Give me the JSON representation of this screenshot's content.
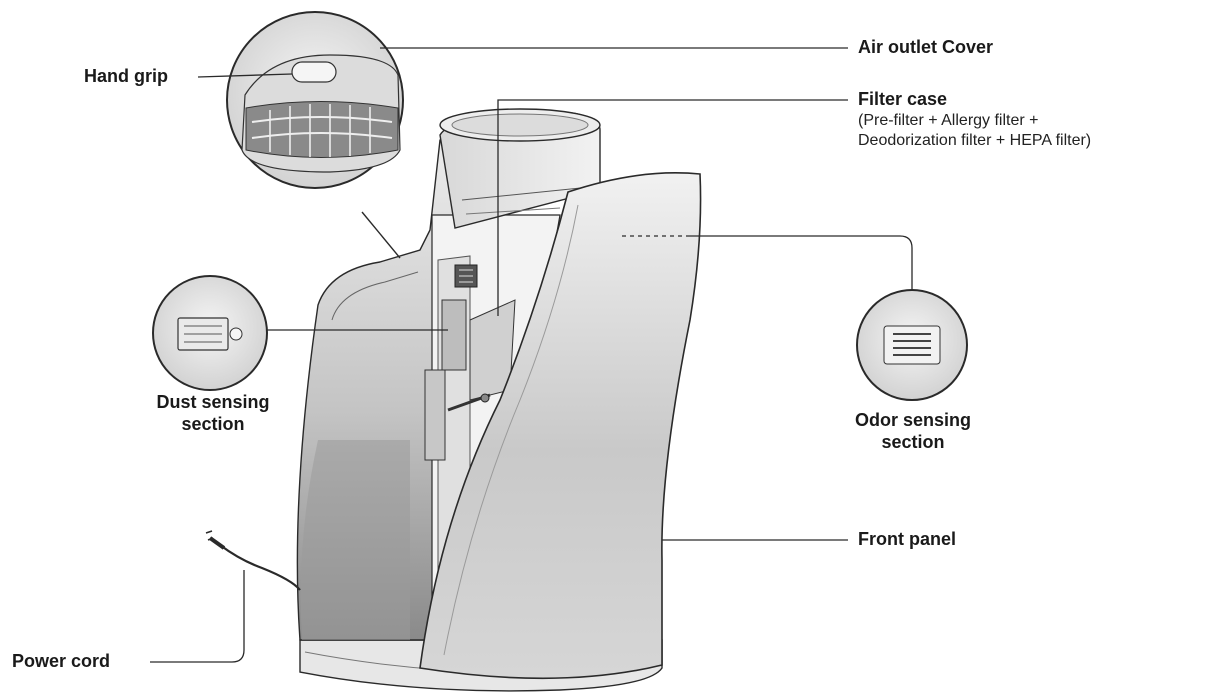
{
  "labels": {
    "hand_grip": "Hand grip",
    "air_outlet_cover": "Air outlet Cover",
    "filter_case": "Filter case",
    "filter_case_detail": [
      "(Pre-filter + Allergy filter +",
      "Deodorization filter + HEPA filter)"
    ],
    "dust_sensing": [
      "Dust sensing",
      "section"
    ],
    "odor_sensing": [
      "Odor sensing",
      "section"
    ],
    "front_panel": "Front panel",
    "power_cord": "Power cord"
  },
  "colors": {
    "line": "#2a2a2a",
    "body": "#e4e4e4",
    "panel": "#cfcfcf",
    "panel_dark": "#8f8f8f",
    "text": "#1a1a1a"
  }
}
